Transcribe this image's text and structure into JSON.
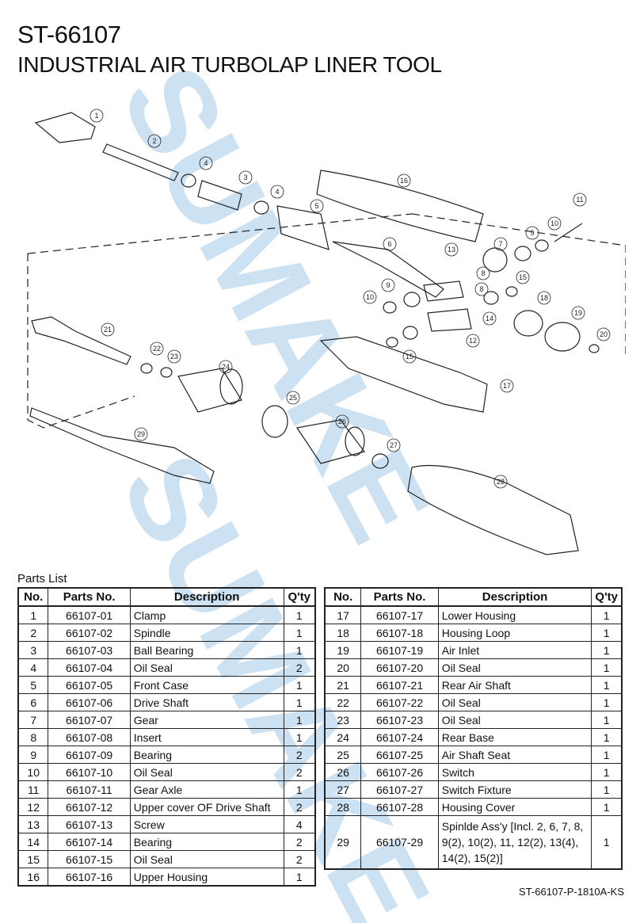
{
  "header": {
    "model": "ST-66107",
    "product_name": "INDUSTRIAL AIR TURBOLAP LINER TOOL"
  },
  "diagram": {
    "callouts": [
      "1",
      "2",
      "4",
      "3",
      "4",
      "5",
      "16",
      "7",
      "9",
      "10",
      "11",
      "6",
      "13",
      "8",
      "15",
      "8",
      "10",
      "9",
      "18",
      "19",
      "20",
      "12",
      "14",
      "15",
      "17",
      "21",
      "22",
      "23",
      "24",
      "25",
      "26",
      "27",
      "29",
      "28"
    ],
    "watermark_text": "SUMAKE"
  },
  "parts_list": {
    "title": "Parts List",
    "columns": [
      "No.",
      "Parts No.",
      "Description",
      "Q'ty"
    ],
    "left_rows": [
      {
        "no": "1",
        "part": "66107-01",
        "desc": "Clamp",
        "qty": "1"
      },
      {
        "no": "2",
        "part": "66107-02",
        "desc": "Spindle",
        "qty": "1"
      },
      {
        "no": "3",
        "part": "66107-03",
        "desc": "Ball Bearing",
        "qty": "1"
      },
      {
        "no": "4",
        "part": "66107-04",
        "desc": "Oil Seal",
        "qty": "2"
      },
      {
        "no": "5",
        "part": "66107-05",
        "desc": "Front Case",
        "qty": "1"
      },
      {
        "no": "6",
        "part": "66107-06",
        "desc": "Drive Shaft",
        "qty": "1"
      },
      {
        "no": "7",
        "part": "66107-07",
        "desc": "Gear",
        "qty": "1"
      },
      {
        "no": "8",
        "part": "66107-08",
        "desc": "Insert",
        "qty": "1"
      },
      {
        "no": "9",
        "part": "66107-09",
        "desc": "Bearing",
        "qty": "2"
      },
      {
        "no": "10",
        "part": "66107-10",
        "desc": "Oil Seal",
        "qty": "2"
      },
      {
        "no": "11",
        "part": "66107-11",
        "desc": "Gear Axle",
        "qty": "1"
      },
      {
        "no": "12",
        "part": "66107-12",
        "desc": "Upper cover OF Drive Shaft",
        "qty": "2"
      },
      {
        "no": "13",
        "part": "66107-13",
        "desc": "Screw",
        "qty": "4"
      },
      {
        "no": "14",
        "part": "66107-14",
        "desc": "Bearing",
        "qty": "2"
      },
      {
        "no": "15",
        "part": "66107-15",
        "desc": "Oil Seal",
        "qty": "2"
      },
      {
        "no": "16",
        "part": "66107-16",
        "desc": "Upper Housing",
        "qty": "1"
      }
    ],
    "right_rows": [
      {
        "no": "17",
        "part": "66107-17",
        "desc": "Lower Housing",
        "qty": "1"
      },
      {
        "no": "18",
        "part": "66107-18",
        "desc": "Housing Loop",
        "qty": "1"
      },
      {
        "no": "19",
        "part": "66107-19",
        "desc": "Air Inlet",
        "qty": "1"
      },
      {
        "no": "20",
        "part": "66107-20",
        "desc": "Oil Seal",
        "qty": "1"
      },
      {
        "no": "21",
        "part": "66107-21",
        "desc": "Rear Air Shaft",
        "qty": "1"
      },
      {
        "no": "22",
        "part": "66107-22",
        "desc": "Oil Seal",
        "qty": "1"
      },
      {
        "no": "23",
        "part": "66107-23",
        "desc": "Oil Seal",
        "qty": "1"
      },
      {
        "no": "24",
        "part": "66107-24",
        "desc": "Rear Base",
        "qty": "1"
      },
      {
        "no": "25",
        "part": "66107-25",
        "desc": "Air Shaft Seat",
        "qty": "1"
      },
      {
        "no": "26",
        "part": "66107-26",
        "desc": "Switch",
        "qty": "1"
      },
      {
        "no": "27",
        "part": "66107-27",
        "desc": "Switch Fixture",
        "qty": "1"
      },
      {
        "no": "28",
        "part": "66107-28",
        "desc": "Housing Cover",
        "qty": "1"
      },
      {
        "no": "29",
        "part": "66107-29",
        "desc": "Spinlde Ass'y [Incl. 2, 6, 7, 8, 9(2), 10(2), 11, 12(2), 13(4), 14(2), 15(2)]",
        "qty": "1"
      }
    ]
  },
  "footer": {
    "document_code": "ST-66107-P-1810A-KS"
  }
}
